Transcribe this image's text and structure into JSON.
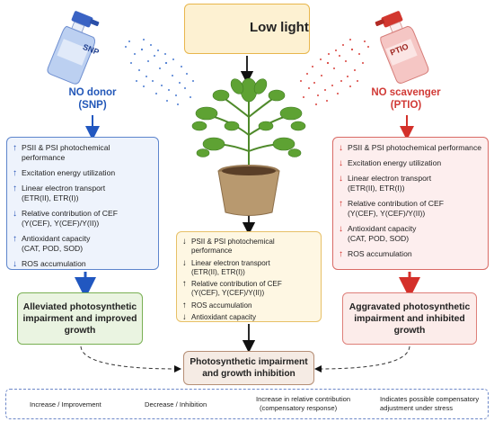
{
  "header": {
    "label": "Low light"
  },
  "left_spray": {
    "bottle_text": "SNP",
    "title_line1": "NO donor",
    "title_line2": "(SNP)"
  },
  "right_spray": {
    "bottle_text": "PTIO",
    "title_line1": "NO scavenger",
    "title_line2": "(PTIO)"
  },
  "left_box": {
    "rows": [
      {
        "dir": "up",
        "text": "PSII & PSI photochemical performance",
        "sub": ""
      },
      {
        "dir": "up",
        "text": "Excitation energy utilization",
        "sub": ""
      },
      {
        "dir": "up",
        "text": "Linear electron transport",
        "sub": "(ETR(II), ETR(I))"
      },
      {
        "dir": "down",
        "text": "Relative contribution of CEF",
        "sub": "(Y(CEF), Y(CEF)/Y(II))"
      },
      {
        "dir": "up",
        "text": "Antioxidant capacity",
        "sub": "(CAT, POD, SOD)"
      },
      {
        "dir": "down",
        "text": "ROS accumulation",
        "sub": ""
      }
    ]
  },
  "right_box": {
    "rows": [
      {
        "dir": "down",
        "text": "PSII & PSI photochemical performance",
        "sub": ""
      },
      {
        "dir": "down",
        "text": "Excitation energy utilization",
        "sub": ""
      },
      {
        "dir": "down",
        "text": "Linear electron transport",
        "sub": "(ETR(II), ETR(I))"
      },
      {
        "dir": "up",
        "text": "Relative contribution of CEF",
        "sub": "(Y(CEF), Y(CEF)/Y(II))"
      },
      {
        "dir": "down",
        "text": "Antioxidant capacity",
        "sub": "(CAT, POD, SOD)"
      },
      {
        "dir": "up",
        "text": "ROS accumulation",
        "sub": ""
      }
    ]
  },
  "center_box": {
    "rows": [
      {
        "dir": "down",
        "text": "PSII & PSI photochemical performance",
        "sub": ""
      },
      {
        "dir": "down",
        "text": "Linear electron transport",
        "sub": "(ETR(II), ETR(I))"
      },
      {
        "dir": "up",
        "text": "Relative contribution of CEF",
        "sub": "(Y(CEF), Y(CEF)/Y(II))"
      },
      {
        "dir": "up",
        "text": "ROS accumulation",
        "sub": ""
      },
      {
        "dir": "down",
        "text": "Antioxidant capacity",
        "sub": ""
      }
    ]
  },
  "outcomes": {
    "left": "Alleviated photosynthetic impairment and improved growth",
    "right": "Aggravated photosynthetic impairment and inhibited growth",
    "center": "Photosynthetic impairment and growth inhibition"
  },
  "legend": {
    "increase": "Increase / Improvement",
    "decrease": "Decrease / Inhibition",
    "relative_line1": "Increase in relative contribution",
    "relative_line2": "(compensatory response)",
    "dashed_line1": "Indicates possible compensatory",
    "dashed_line2": "adjustment under stress"
  },
  "colors": {
    "blue": "#1f4fb4",
    "red": "#d12c25",
    "green": "#79b053",
    "orange": "#e8b64c"
  },
  "icons": [
    "sun-cloud-icon",
    "spray-bottle-icon",
    "tomato-plant-icon",
    "pot-icon"
  ]
}
